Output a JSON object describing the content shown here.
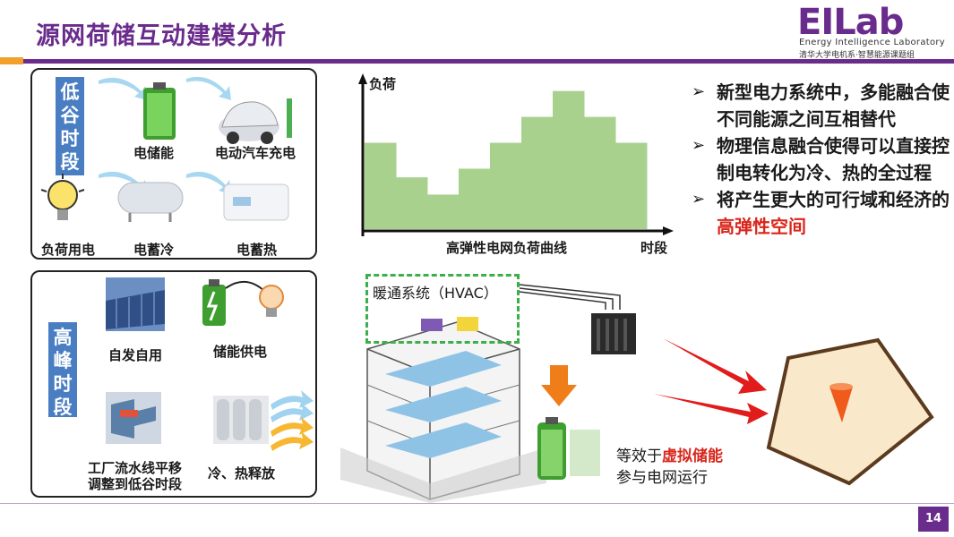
{
  "header": {
    "title": "源网荷储互动建模分析",
    "logo_mark": "EILab",
    "logo_sub1": "Energy Intelligence Laboratory",
    "logo_sub2": "清华大学电机系·智慧能源课题组"
  },
  "low_valley": {
    "label": "低谷时段",
    "items": [
      "电储能",
      "电动汽车充电",
      "负荷用电",
      "电蓄冷",
      "电蓄热"
    ]
  },
  "peak": {
    "label": "高峰时段",
    "items": [
      "自发自用",
      "储能供电",
      "工厂流水线平移\n调整到低谷时段",
      "冷、热释放"
    ]
  },
  "chart_data": {
    "type": "bar",
    "title": "高弹性电网负荷曲线",
    "xlabel": "时段",
    "ylabel": "负荷",
    "values": [
      100,
      60,
      40,
      70,
      100,
      130,
      160,
      130,
      100
    ]
  },
  "bullets": [
    {
      "text": "新型电力系统中，多能融合使不同能源之间互相替代"
    },
    {
      "text": "物理信息融合使得可以直接控制电转化为冷、热的全过程"
    },
    {
      "text_before": "将产生更大的可行域和经济的",
      "highlight": "高弹性空间"
    }
  ],
  "hvac_label": "暖通系统（HVAC）",
  "equivalent": {
    "prefix": "等效于",
    "highlight": "虚拟储能",
    "line2": "参与电网运行"
  },
  "page_number": "14",
  "colors": {
    "purple": "#6a2c8c",
    "orange": "#f0a02b",
    "label_blue": "#4a7ec2",
    "bar_green": "#a9d18e",
    "highlight_red": "#d9261c",
    "hvac_green": "#3bb04a"
  }
}
